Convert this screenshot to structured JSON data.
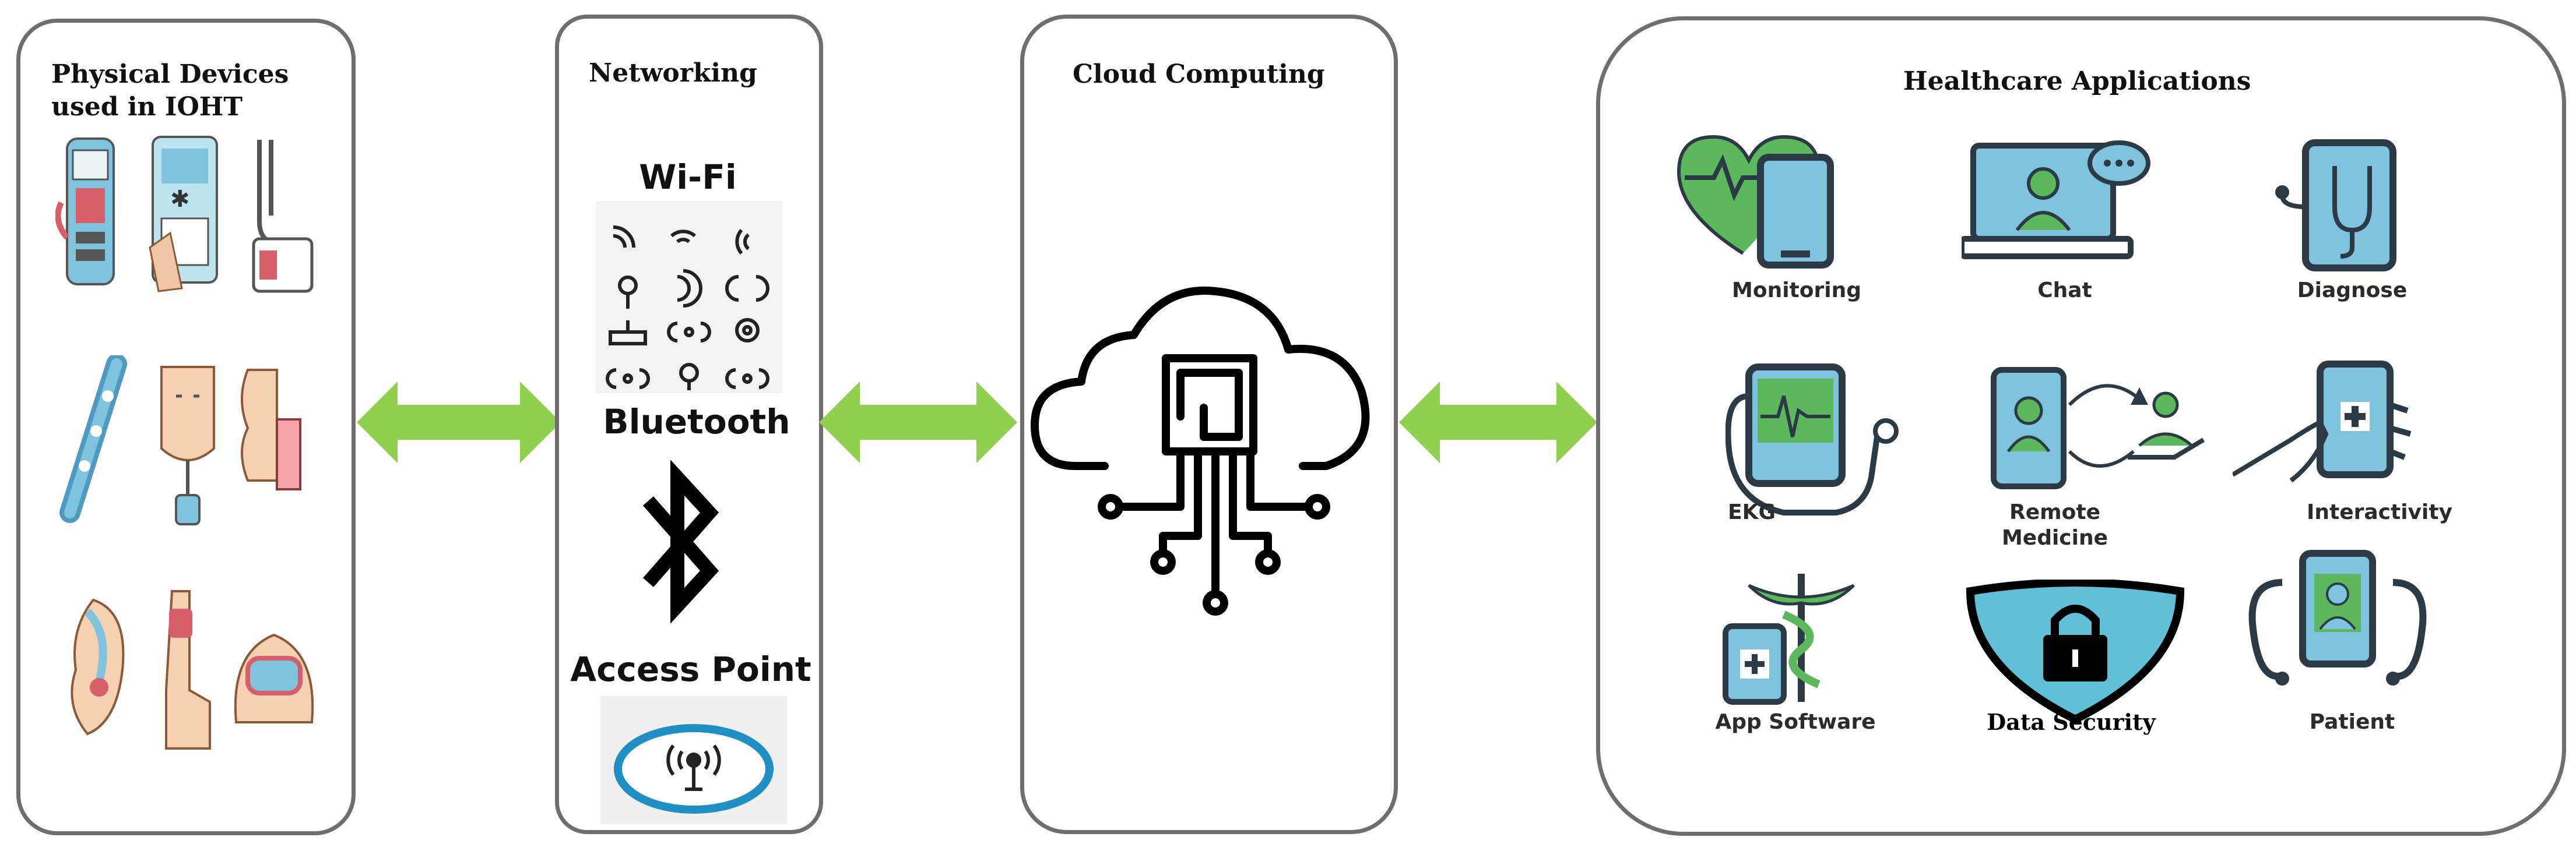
{
  "colors": {
    "panel_border": "#6e6e6e",
    "arrow_green": "#8fd14f",
    "icon_dark": "#2b3a44",
    "icon_blue": "#7fc3de",
    "icon_green": "#5cb85c"
  },
  "physical_devices": {
    "title_line1": "Physical Devices",
    "title_line2": "used in IOHT",
    "devices": [
      "blood-pressure-monitor",
      "smart-glucose-meter",
      "stethoscope-cuff",
      "injection-pen",
      "face-sensor",
      "oximeter-profile",
      "hearing-aid",
      "finger-sensor",
      "wearable-patch"
    ]
  },
  "networking": {
    "title": "Networking",
    "wifi_label": "Wi-Fi",
    "bluetooth_label": "Bluetooth",
    "access_point_label": "Access Point"
  },
  "cloud": {
    "title": "Cloud Computing",
    "icon": "cloud-circuit-icon"
  },
  "healthcare": {
    "title": "Healthcare Applications",
    "apps": [
      {
        "label": "Monitoring",
        "icon": "heart-tablet-icon"
      },
      {
        "label": "Chat",
        "icon": "laptop-chat-icon"
      },
      {
        "label": "Diagnose",
        "icon": "tablet-stethoscope-icon"
      },
      {
        "label": "EKG",
        "icon": "ekg-device-icon"
      },
      {
        "label": "Remote",
        "label2": "Medicine",
        "icon": "remote-medicine-icon"
      },
      {
        "label": "Interactivity",
        "icon": "hand-phone-icon"
      },
      {
        "label": "App Software",
        "icon": "caduceus-tablet-icon"
      },
      {
        "label": "Data Security",
        "icon": "shield-lock-icon"
      },
      {
        "label": "Patient",
        "icon": "patient-phone-icon"
      }
    ]
  }
}
